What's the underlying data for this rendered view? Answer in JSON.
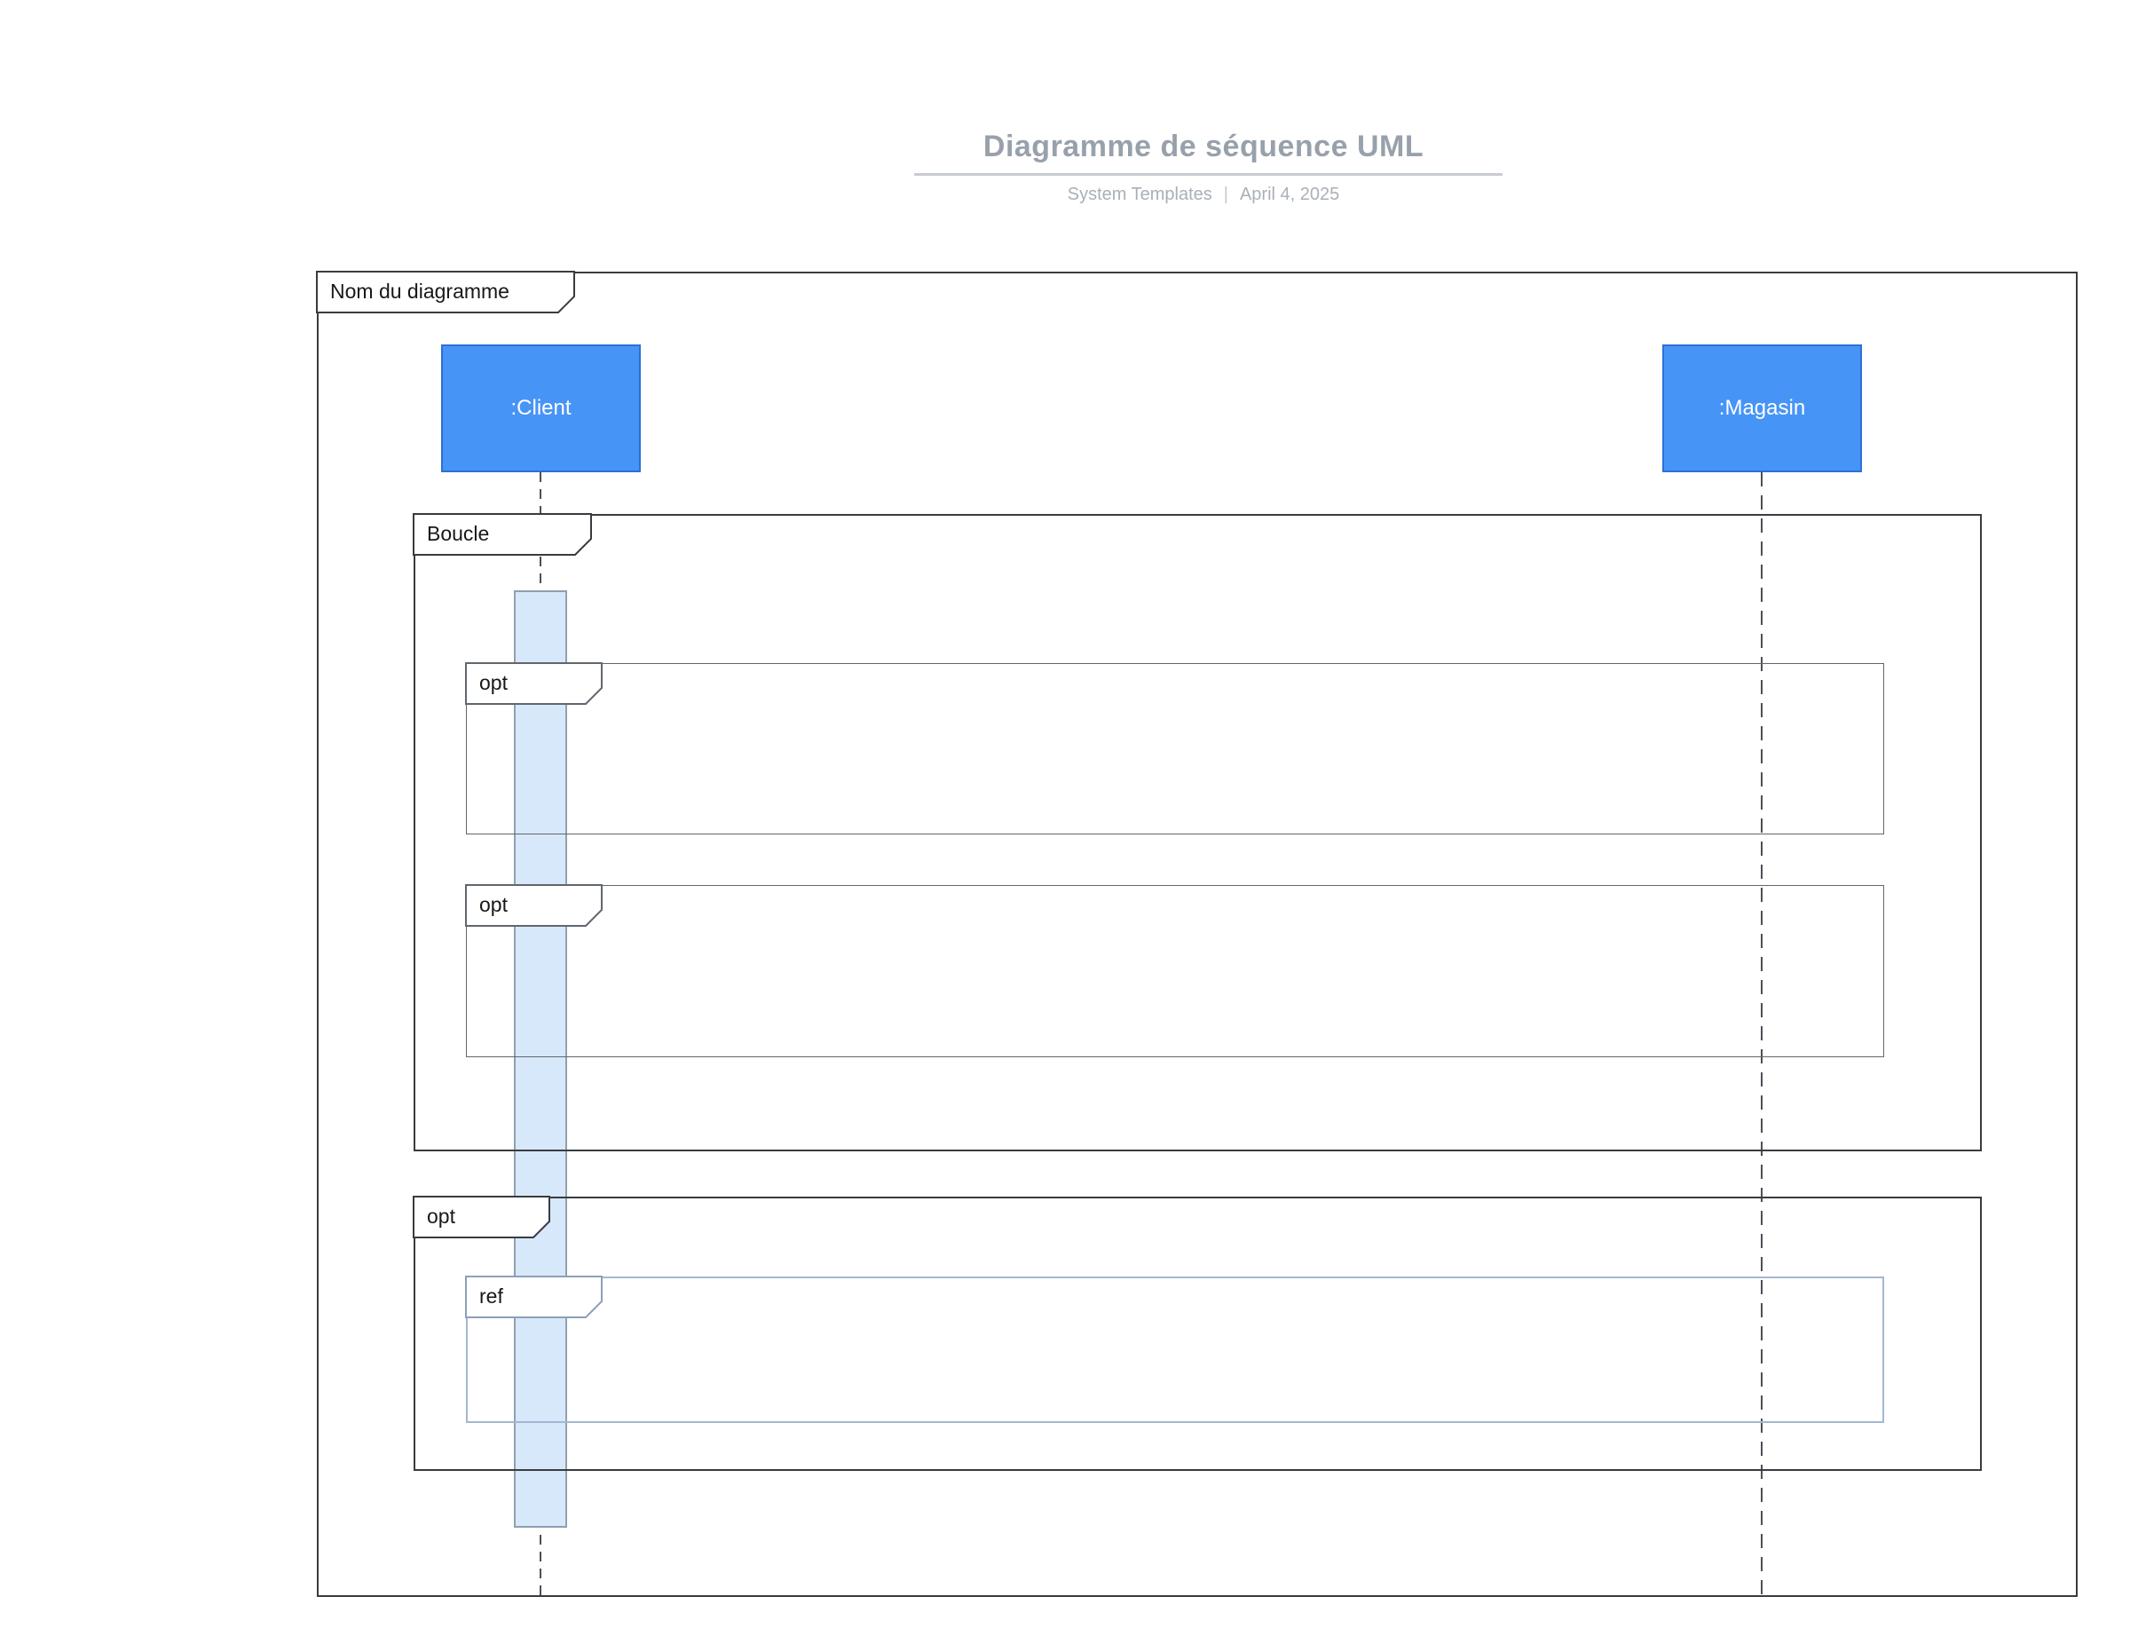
{
  "header": {
    "title": "Diagramme de séquence UML",
    "brand": "System Templates",
    "separator": "|",
    "date": "April 4, 2025"
  },
  "diagram": {
    "frame_label": "Nom du diagramme",
    "lifelines": [
      {
        "name": ":Client"
      },
      {
        "name": ":Magasin"
      }
    ],
    "fragments": [
      {
        "label": "Boucle"
      },
      {
        "label": "opt"
      },
      {
        "label": "opt"
      },
      {
        "label": "opt"
      },
      {
        "label": "ref"
      }
    ],
    "colors": {
      "lifeline_box_fill": "#4794F7",
      "lifeline_box_border": "#2D6FD6",
      "activation_fill": "#D8E8FB",
      "activation_border": "#8FA0AE",
      "frame_border": "#383C40",
      "inner_fragment_border": "#60666D",
      "ref_fragment_border": "#A3B8D0",
      "title_color": "#98A1AB",
      "subtitle_color": "#A9B0B8"
    }
  }
}
